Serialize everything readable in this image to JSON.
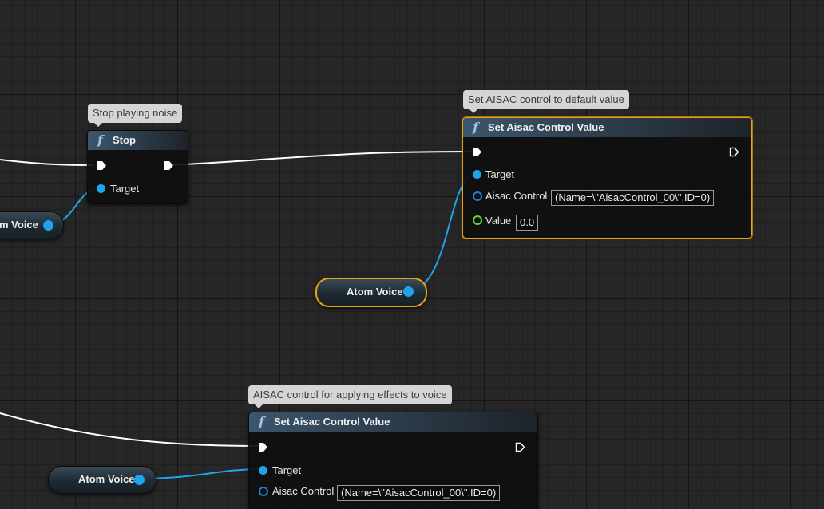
{
  "comments": {
    "stop_noise": "Stop playing noise",
    "default_value": "Set AISAC control to default value",
    "apply_effects": "AISAC control for applying effects to voice"
  },
  "nodes": {
    "stop": {
      "title": "Stop",
      "target_label": "Target"
    },
    "set_aisac_top": {
      "title": "Set Aisac Control Value",
      "target_label": "Target",
      "aisac_label": "Aisac Control",
      "aisac_value": "(Name=\\\"AisacControl_00\\\",ID=0)",
      "value_label": "Value",
      "value_value": "0.0"
    },
    "set_aisac_bottom": {
      "title": "Set Aisac Control Value",
      "target_label": "Target",
      "aisac_label": "Aisac Control",
      "aisac_value": "(Name=\\\"AisacControl_00\\\",ID=0)"
    }
  },
  "variables": {
    "left_partial": "m Voice",
    "middle": "Atom Voice",
    "bottom": "Atom Voice"
  },
  "icons": {
    "function": "function-icon",
    "exec": "exec-pin-icon",
    "object": "object-pin-icon"
  },
  "colors": {
    "selection": "#e8a317",
    "object_pin": "#1fa3ea",
    "float_pin": "#5fd93a",
    "exec_wire": "#ffffff"
  }
}
